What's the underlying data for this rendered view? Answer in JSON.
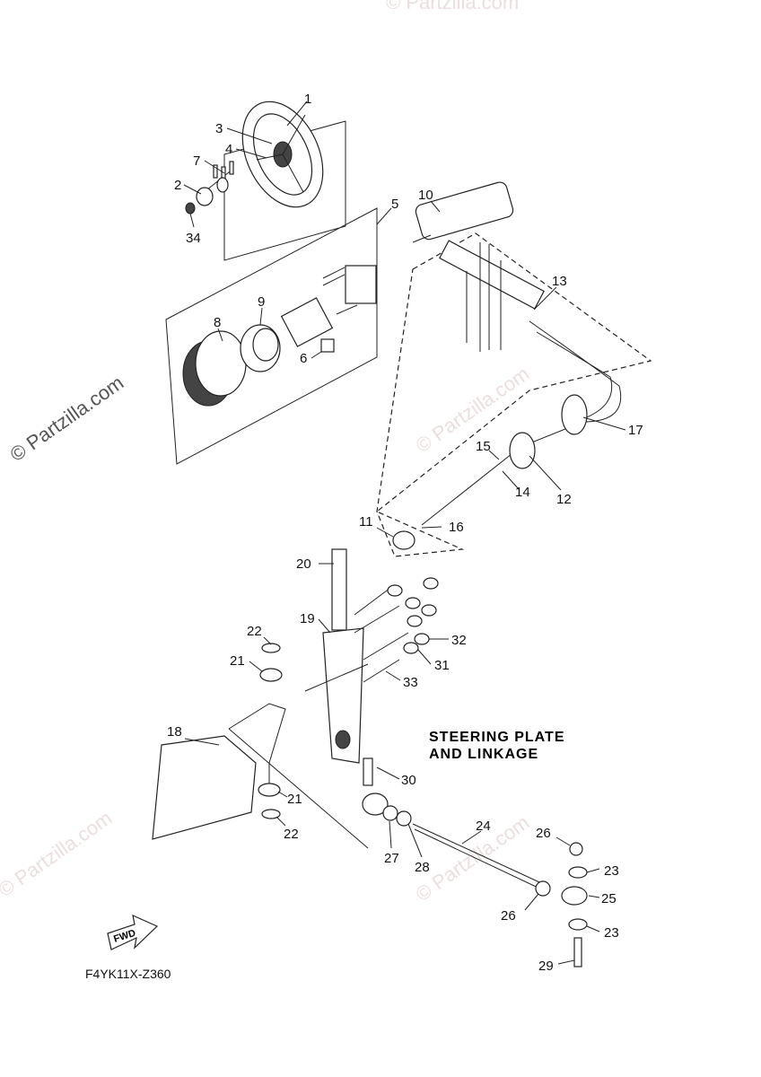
{
  "diagram": {
    "title_line1": "STEERING PLATE",
    "title_line2": "AND LINKAGE",
    "drawing_code": "F4YK11X-Z360",
    "fwd_label": "FWD",
    "watermark_main": "© Partzilla.com",
    "watermark_faint": "© Partzilla.com",
    "callouts": [
      {
        "id": "c1",
        "text": "1"
      },
      {
        "id": "c2",
        "text": "2"
      },
      {
        "id": "c3",
        "text": "3"
      },
      {
        "id": "c4",
        "text": "4"
      },
      {
        "id": "c5",
        "text": "5"
      },
      {
        "id": "c6",
        "text": "6"
      },
      {
        "id": "c7",
        "text": "7"
      },
      {
        "id": "c8",
        "text": "8"
      },
      {
        "id": "c9",
        "text": "9"
      },
      {
        "id": "c10",
        "text": "10"
      },
      {
        "id": "c11",
        "text": "11"
      },
      {
        "id": "c12",
        "text": "12"
      },
      {
        "id": "c13",
        "text": "13"
      },
      {
        "id": "c14",
        "text": "14"
      },
      {
        "id": "c15",
        "text": "15"
      },
      {
        "id": "c16",
        "text": "16"
      },
      {
        "id": "c17",
        "text": "17"
      },
      {
        "id": "c18",
        "text": "18"
      },
      {
        "id": "c19",
        "text": "19"
      },
      {
        "id": "c20",
        "text": "20"
      },
      {
        "id": "c21a",
        "text": "21"
      },
      {
        "id": "c21b",
        "text": "21"
      },
      {
        "id": "c22a",
        "text": "22"
      },
      {
        "id": "c22b",
        "text": "22"
      },
      {
        "id": "c23a",
        "text": "23"
      },
      {
        "id": "c23b",
        "text": "23"
      },
      {
        "id": "c24",
        "text": "24"
      },
      {
        "id": "c25",
        "text": "25"
      },
      {
        "id": "c26a",
        "text": "26"
      },
      {
        "id": "c26b",
        "text": "26"
      },
      {
        "id": "c27",
        "text": "27"
      },
      {
        "id": "c28",
        "text": "28"
      },
      {
        "id": "c29",
        "text": "29"
      },
      {
        "id": "c30",
        "text": "30"
      },
      {
        "id": "c31",
        "text": "31"
      },
      {
        "id": "c32",
        "text": "32"
      },
      {
        "id": "c33",
        "text": "33"
      },
      {
        "id": "c34",
        "text": "34"
      }
    ]
  }
}
